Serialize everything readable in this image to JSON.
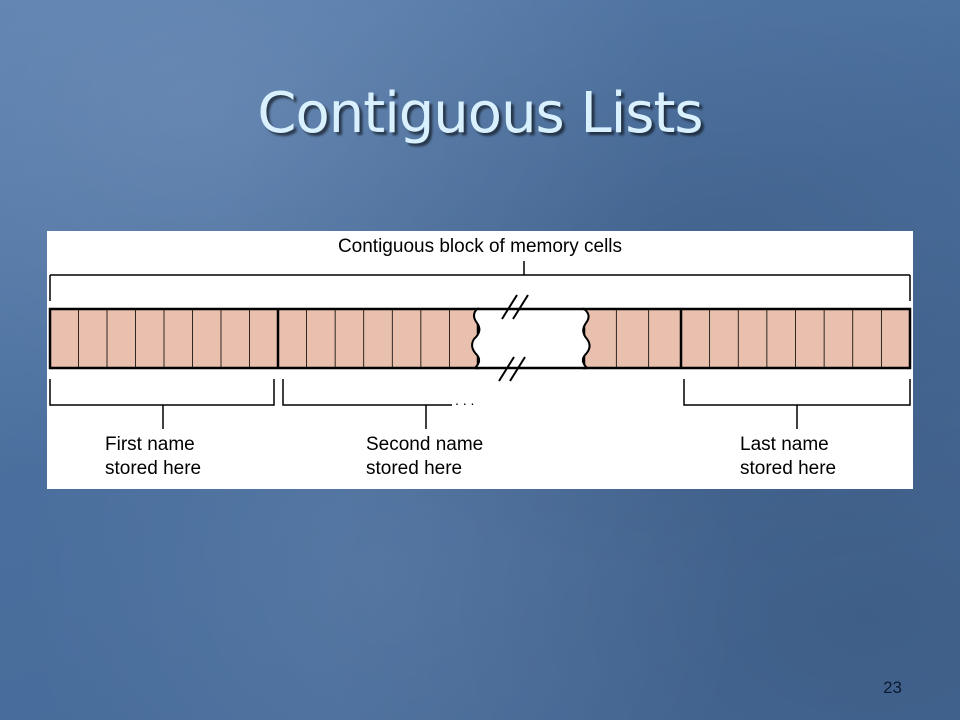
{
  "slide": {
    "title": "Contiguous Lists",
    "page_number": "23"
  },
  "diagram": {
    "block_label": "Contiguous block of memory cells",
    "ellipsis": ". . .",
    "groups": [
      {
        "line1": "First name",
        "line2": "stored here"
      },
      {
        "line1": "Second name",
        "line2": "stored here"
      },
      {
        "line1": "Last name",
        "line2": "stored here"
      }
    ],
    "cell_fill": "#e8c0ad",
    "line_color": "#000000"
  }
}
